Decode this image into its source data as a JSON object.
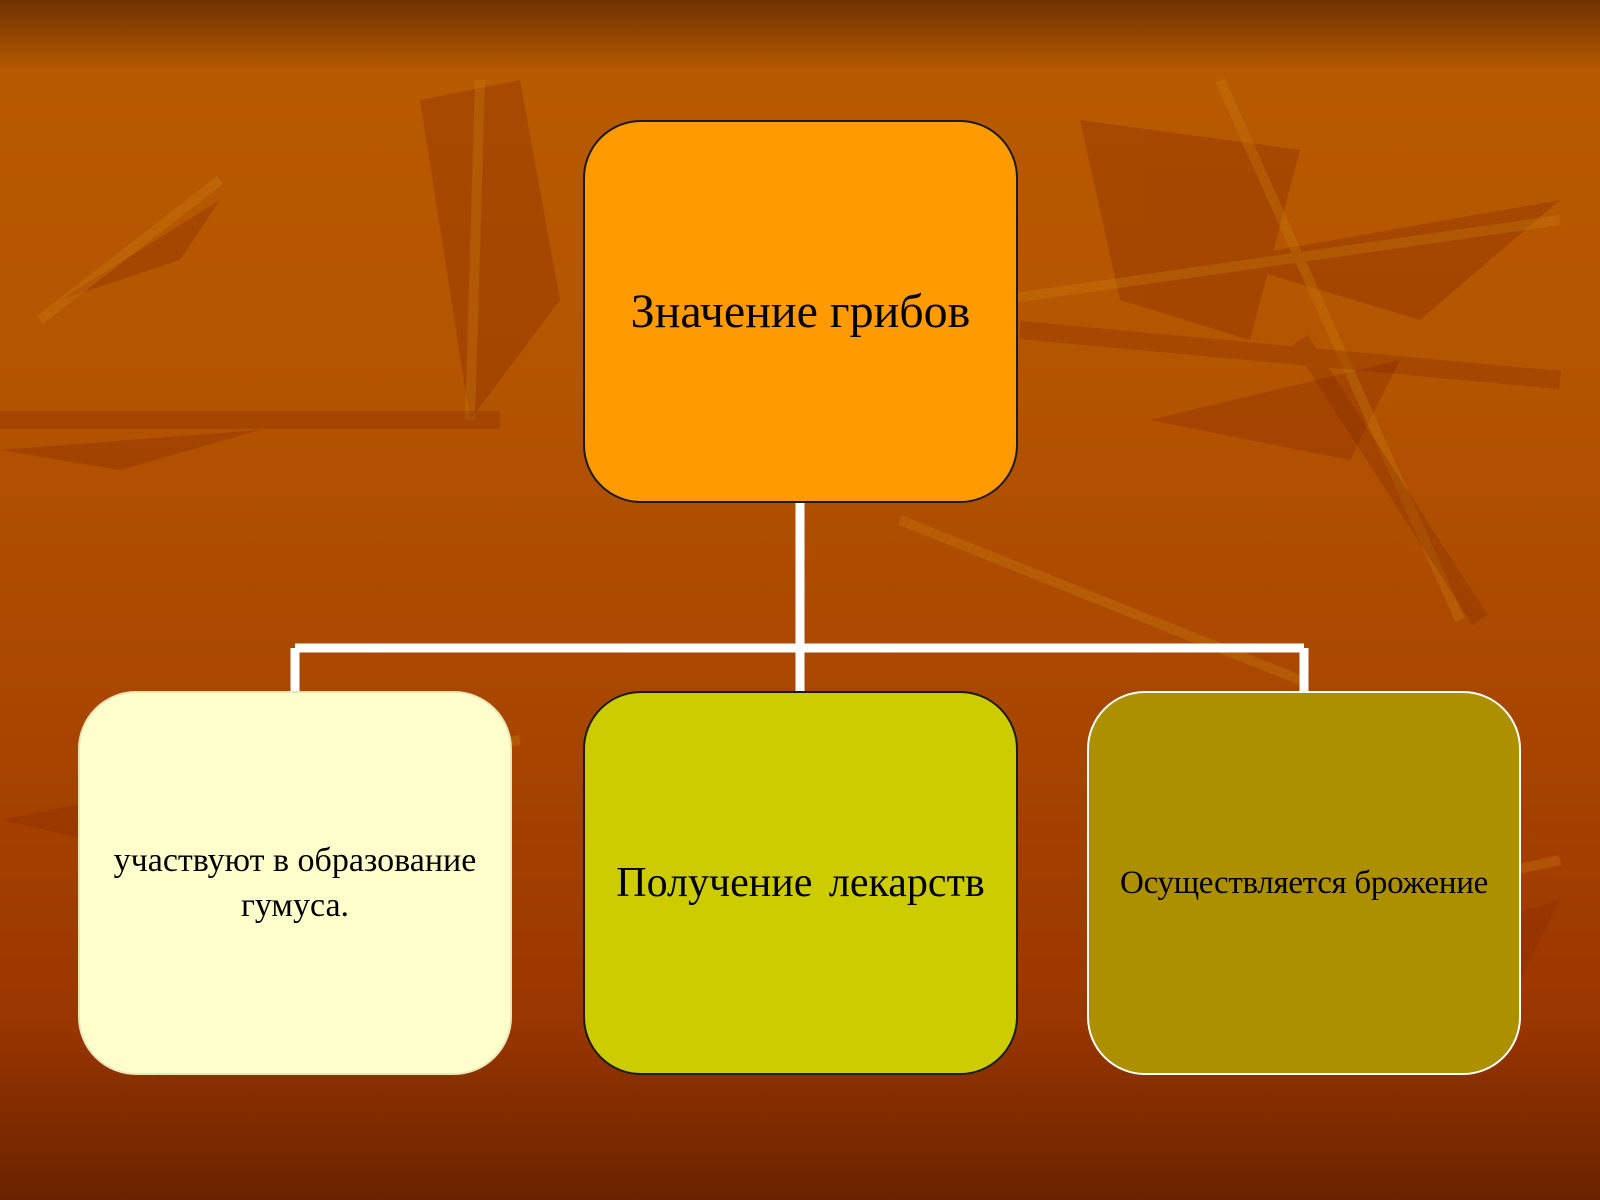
{
  "slide": {
    "root": {
      "label": "Значение грибов",
      "color": "#ff9a00"
    },
    "children": [
      {
        "label": "участвуют в образование гумуса.",
        "color": "#ffffcc"
      },
      {
        "label": "Получение лекарств",
        "color": "#cccc00"
      },
      {
        "label": "Осуществляется брожение",
        "color": "#ad9000"
      }
    ],
    "connector_color": "#ffffff",
    "background_color": "#b35400"
  }
}
